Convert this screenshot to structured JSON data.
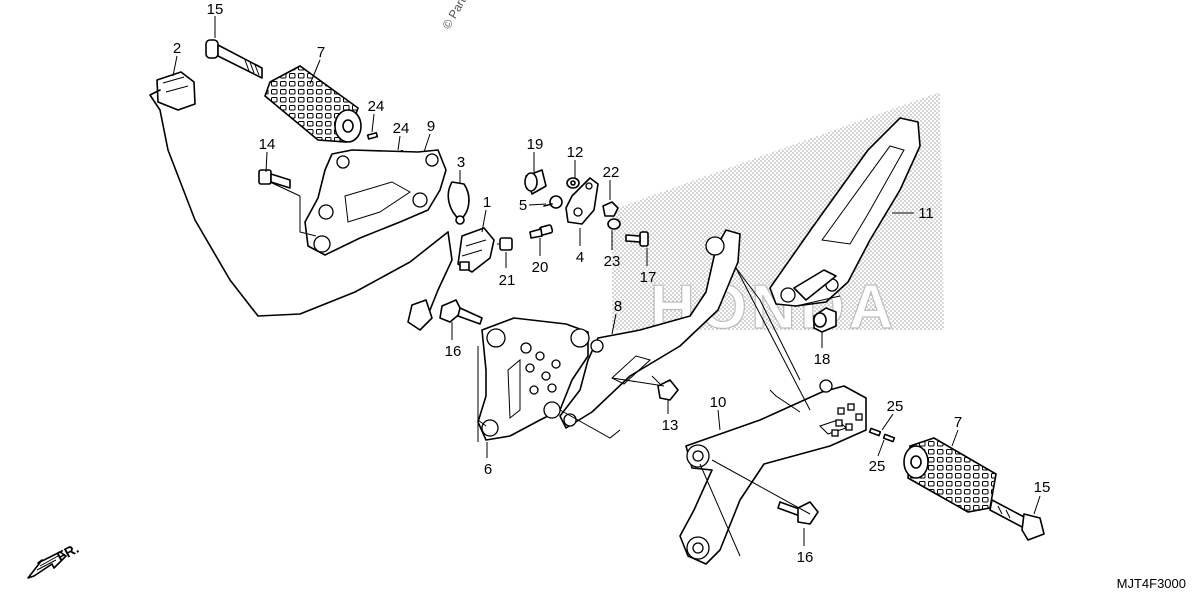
{
  "watermark": "© Partzilla.com",
  "watermark_logo": "HONDA",
  "diagram_code": "MJT4F3000",
  "direction_label": "FR.",
  "callouts": {
    "c1": "1",
    "c2": "2",
    "c3": "3",
    "c4": "4",
    "c5": "5",
    "c6": "6",
    "c7a": "7",
    "c7b": "7",
    "c8": "8",
    "c9": "9",
    "c10": "10",
    "c11": "11",
    "c12": "12",
    "c13": "13",
    "c14": "14",
    "c15a": "15",
    "c15b": "15",
    "c16a": "16",
    "c16b": "16",
    "c17": "17",
    "c18": "18",
    "c19": "19",
    "c20": "20",
    "c21": "21",
    "c22": "22",
    "c23": "23",
    "c24a": "24",
    "c24b": "24",
    "c25a": "25",
    "c25b": "25"
  },
  "icons": {
    "direction": "arrow-down-left-icon"
  }
}
